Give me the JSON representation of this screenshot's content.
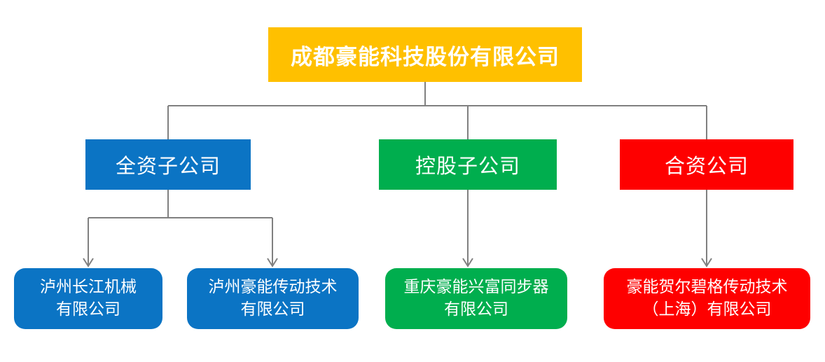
{
  "org_chart": {
    "root": {
      "label": "成都豪能科技股份有限公司",
      "color": "#FFC000"
    },
    "categories": [
      {
        "label": "全资子公司",
        "color": "#0B74C4"
      },
      {
        "label": "控股子公司",
        "color": "#00AE4E"
      },
      {
        "label": "合资公司",
        "color": "#FE0000"
      }
    ],
    "companies": [
      {
        "lines": [
          "泸州长江机械",
          "有限公司"
        ],
        "full_name": "泸州长江机械有限公司",
        "parent": "全资子公司",
        "color": "#0B74C4"
      },
      {
        "lines": [
          "泸州豪能传动技术",
          "有限公司"
        ],
        "full_name": "泸州豪能传动技术有限公司",
        "parent": "全资子公司",
        "color": "#0B74C4"
      },
      {
        "lines": [
          "重庆豪能兴富同步器",
          "有限公司"
        ],
        "full_name": "重庆豪能兴富同步器有限公司",
        "parent": "控股子公司",
        "color": "#00AE4E"
      },
      {
        "lines": [
          "豪能贺尔碧格传动技术",
          "（上海）有限公司"
        ],
        "full_name": "豪能贺尔碧格传动技术（上海）有限公司",
        "parent": "合资公司",
        "color": "#FE0000"
      }
    ],
    "connector_color": "#808080",
    "text_color": "#FFFFFF",
    "background_color": "#FFFFFF"
  }
}
